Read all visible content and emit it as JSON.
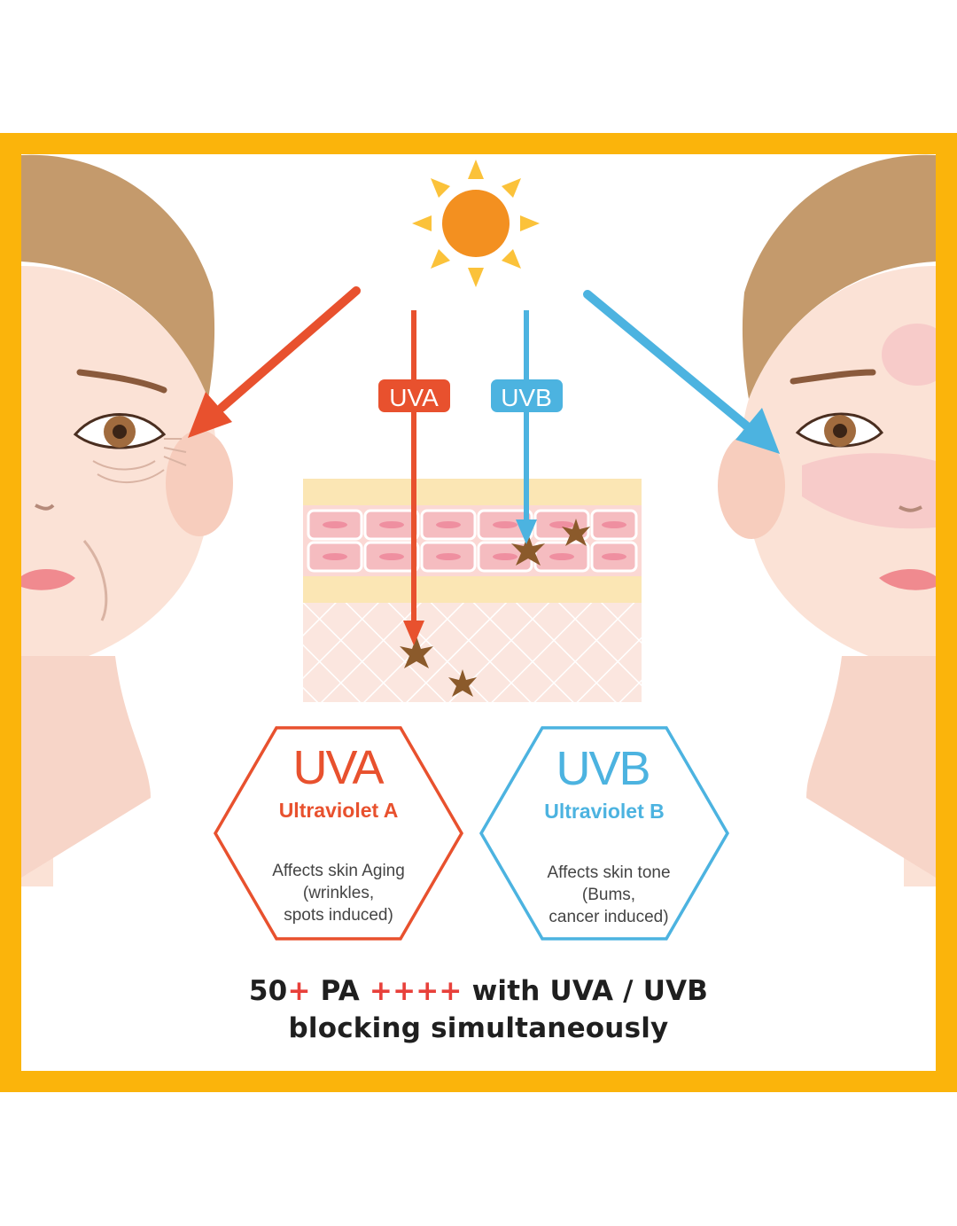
{
  "sun": {
    "icon": "sun-icon"
  },
  "rays": {
    "uva": {
      "label": "UVA",
      "color": "#e8512e"
    },
    "uvb": {
      "label": "UVB",
      "color": "#4cb3e0"
    }
  },
  "hexagons": {
    "uva": {
      "title": "UVA",
      "subtitle": "Ultraviolet A",
      "desc_lines": [
        "Affects skin Aging",
        "(wrinkles,",
        "spots induced)"
      ],
      "color": "#e8512e"
    },
    "uvb": {
      "title": "UVB",
      "subtitle": "Ultraviolet B",
      "desc_lines": [
        "Affects skin tone",
        "(Bums,",
        "cancer induced)"
      ],
      "color": "#4cb3e0"
    }
  },
  "tagline": {
    "line1_a": "50",
    "line1_b": "+",
    "line1_c": " PA ",
    "line1_d": "++++",
    "line1_e": " with UVA / UVB",
    "line2": "blocking simultaneously"
  },
  "colors": {
    "frame": "#fbb40b",
    "skin": "#fbe2d6",
    "hair": "#c49a6c"
  }
}
